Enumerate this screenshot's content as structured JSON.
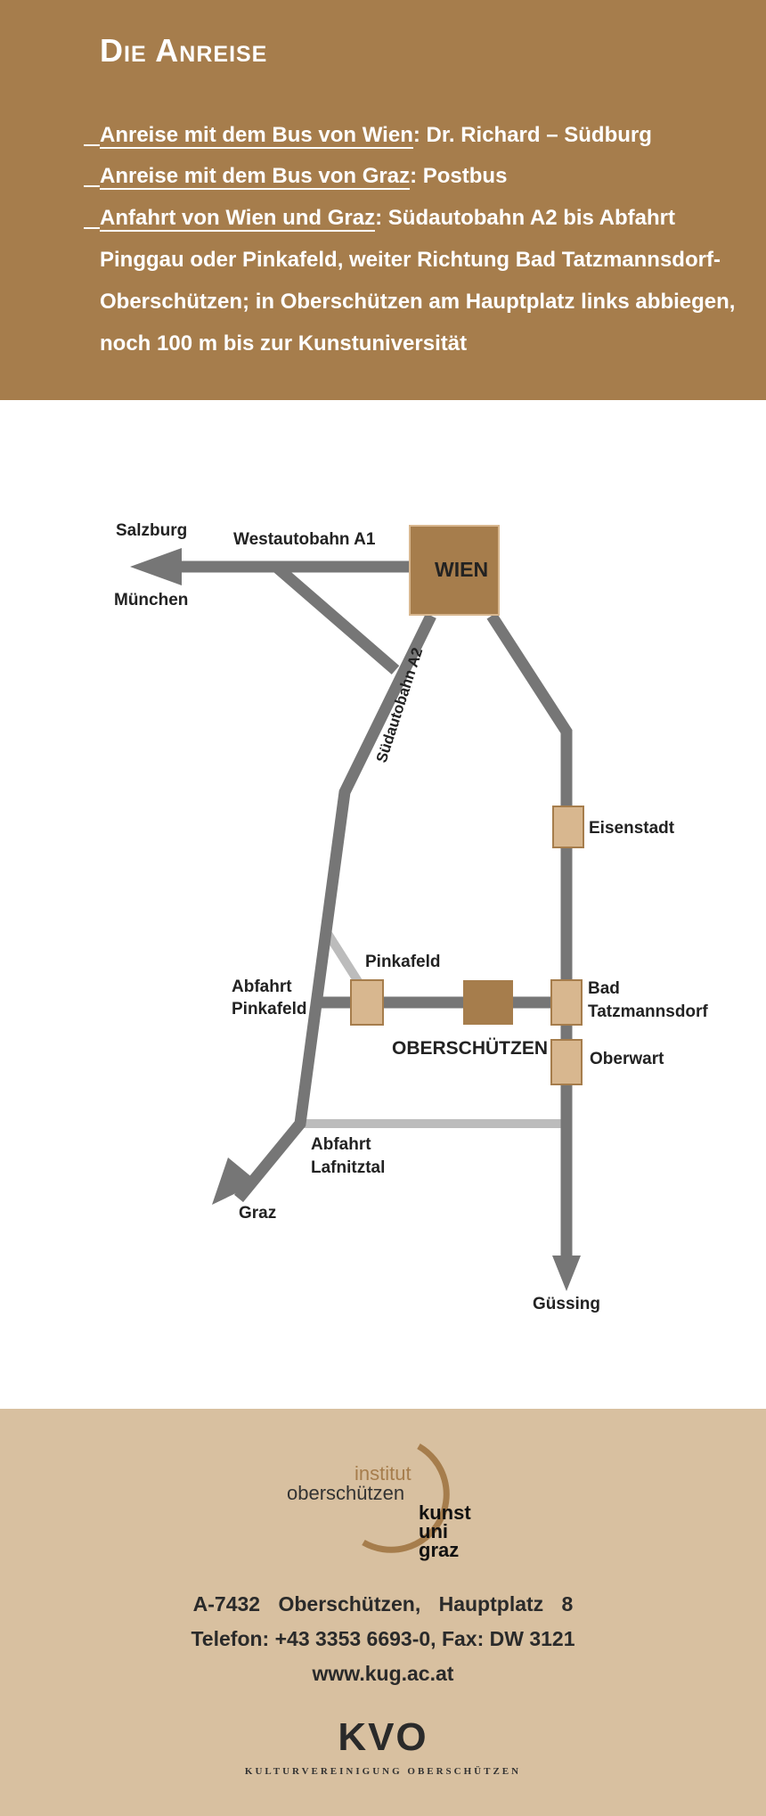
{
  "header": {
    "title": "Die Anreise",
    "routes": [
      {
        "label": "Anreise mit dem Bus von Wien",
        "text": ": Dr. Richard – Südburg"
      },
      {
        "label": "Anreise mit dem Bus von Graz",
        "text": ": Postbus"
      },
      {
        "label": "Anfahrt von Wien und Graz",
        "text": ": Südautobahn A2 bis Abfahrt Pinggau oder Pinkafeld, weiter Richtung Bad Tatzmannsdorf-Oberschützen; in Oberschützen am Hauptplatz links abbiegen, noch 100 m bis zur Kunstuniversität"
      }
    ]
  },
  "map": {
    "labels": {
      "salzburg": "Salzburg",
      "muenchen": "München",
      "westautobahn": "Westautobahn A1",
      "wien": "WIEN",
      "suedautobahn": "Südautobahn A2",
      "eisenstadt": "Eisenstadt",
      "pinkafeld": "Pinkafeld",
      "abfahrt_pinkafeld_1": "Abfahrt",
      "abfahrt_pinkafeld_2": "Pinkafeld",
      "oberschuetzen": "OBERSCHÜTZEN",
      "bad_1": "Bad",
      "bad_2": "Tatzmannsdorf",
      "oberwart": "Oberwart",
      "abfahrt_lafnitztal_1": "Abfahrt",
      "abfahrt_lafnitztal_2": "Lafnitztal",
      "graz": "Graz",
      "guessing": "Güssing"
    },
    "colors": {
      "road": "#767676",
      "road_light": "#bcbcbc",
      "wien_box": "#a67d4c",
      "town_box": "#d8b78f",
      "town_border": "#a67d4c",
      "target_box": "#a67d4c"
    }
  },
  "footer": {
    "logo": {
      "institut": "institut",
      "oberschuetzen": "oberschützen",
      "kunst": "kunst",
      "uni": "uni",
      "graz": "graz"
    },
    "address_line": "A-7432 Oberschützen, Hauptplatz 8",
    "phone_line": "Telefon: +43 3353 6693-0, Fax: DW 3121",
    "web": "www.kug.ac.at",
    "kvo_logo": "KVO",
    "kvo_name": "KULTURVEREINIGUNG OBERSCHÜTZEN"
  }
}
